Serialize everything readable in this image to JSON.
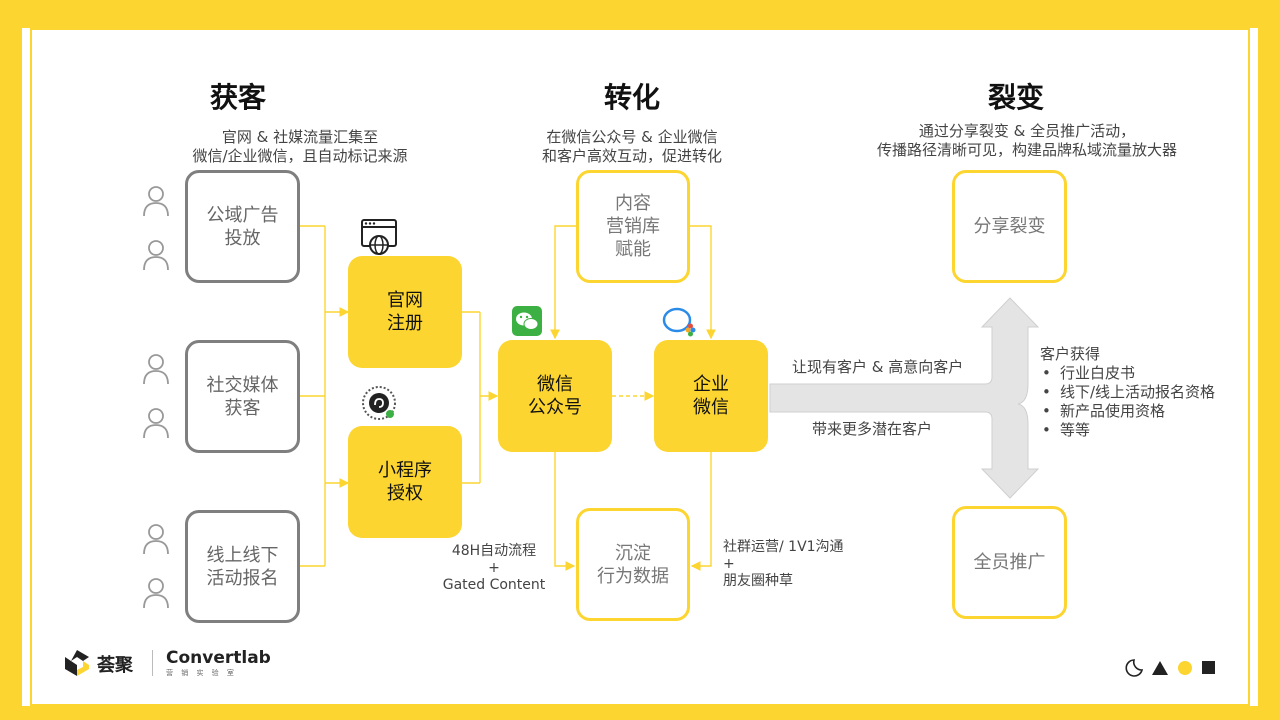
{
  "sections": {
    "acquire": {
      "title": "获客",
      "desc": "官网 & 社媒流量汇集至\n微信/企业微信，且自动标记来源"
    },
    "convert": {
      "title": "转化",
      "desc": "在微信公众号 & 企业微信\n和客户高效互动，促进转化"
    },
    "fission": {
      "title": "裂变",
      "desc": "通过分享裂变 & 全员推广活动，\n传播路径清晰可见，构建品牌私域流量放大器"
    }
  },
  "sources": [
    {
      "label": "公域广告\n投放"
    },
    {
      "label": "社交媒体\n获客"
    },
    {
      "label": "线上线下\n活动报名"
    }
  ],
  "entry": {
    "website": "官网\n注册",
    "miniprogram": "小程序\n授权"
  },
  "channels": {
    "wechat_official": "微信\n公众号",
    "wecom": "企业\n微信"
  },
  "content_box": "内容\n营销库\n赋能",
  "data_box": "沉淀\n行为数据",
  "flow_labels": {
    "auto_flow": "48H自动流程\n+\nGated Content",
    "community": "社群运营/ 1V1沟通\n+\n朋友圈种草",
    "arrow_top": "让现有客户 & 高意向客户",
    "arrow_bottom": "带来更多潜在客户"
  },
  "fission_boxes": {
    "share": "分享裂变",
    "staff": "全员推广"
  },
  "benefits": {
    "title": "客户获得",
    "items": [
      "行业白皮书",
      "线下/线上活动报名资格",
      "新产品使用资格",
      "等等"
    ]
  },
  "logos": {
    "brand_cn": "荟聚",
    "brand_en": "Convertlab",
    "brand_en_sub": "营 销 实 验 室"
  },
  "icons": {
    "user": "user-icon",
    "web": "browser-globe-icon",
    "mini": "miniprogram-icon",
    "wechat": "wechat-icon",
    "wecom": "wecom-icon"
  },
  "colors": {
    "accent": "#FCD530",
    "gray": "#7f7f7f",
    "arrow": "#e4e4e4"
  }
}
